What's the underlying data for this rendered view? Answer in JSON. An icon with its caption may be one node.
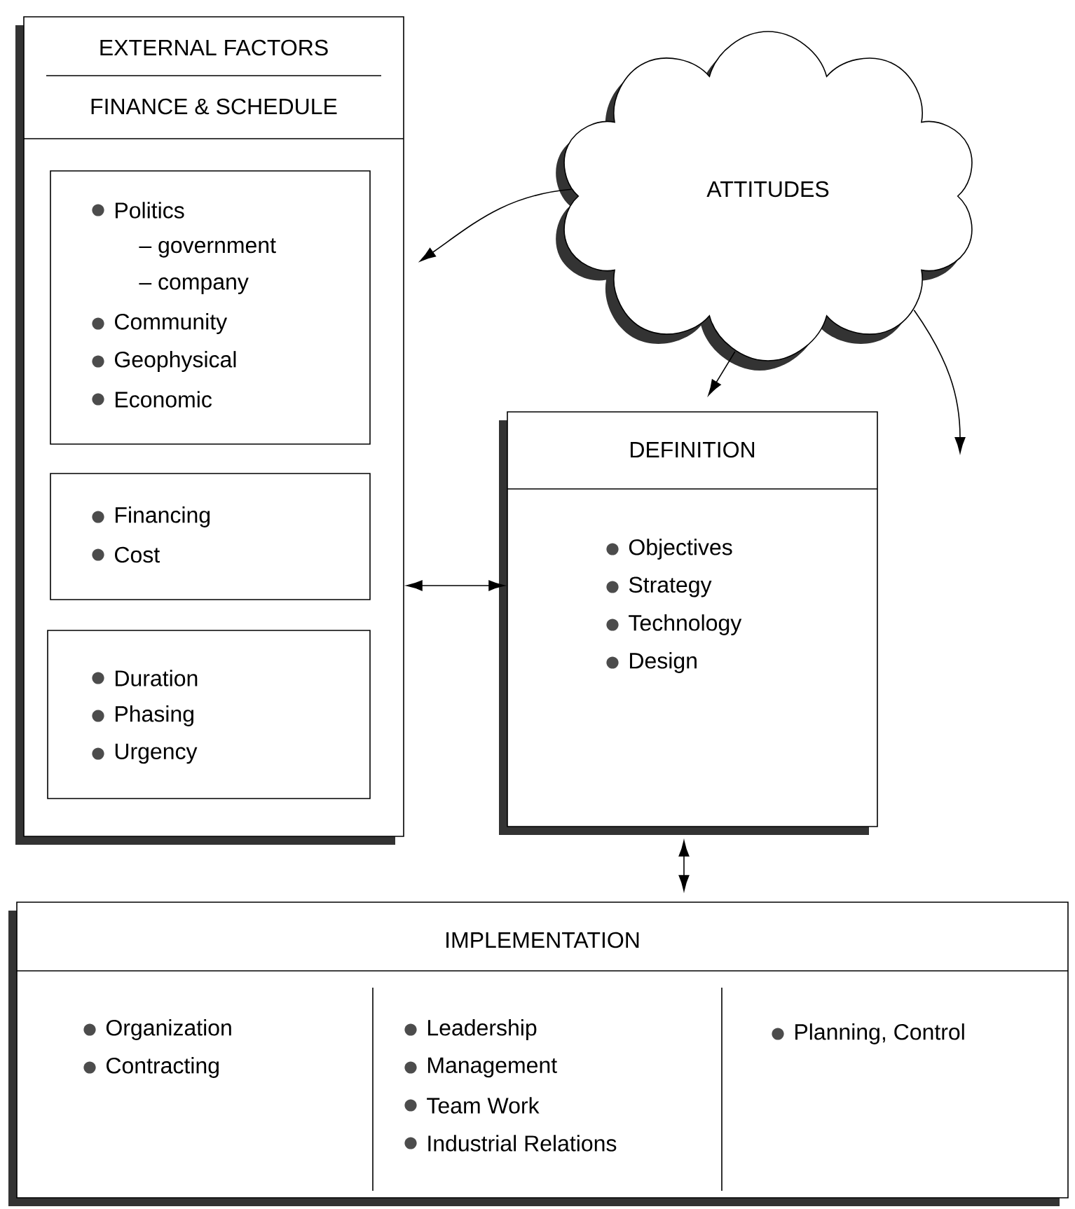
{
  "diagram": {
    "nodes": [
      {
        "text": [
          "EXTERNAL FACTORS",
          "FINANCE & SCHEDULE"
        ]
      },
      {
        "text": [
          "Politics",
          "– government",
          "– company",
          "Community",
          "Geophysical",
          "Economic"
        ],
        "in": 0
      },
      {
        "text": [
          "Financing",
          "Cost"
        ],
        "in": 0
      },
      {
        "text": [
          "Duration",
          "Phasing",
          "Urgency"
        ],
        "in": 0
      },
      {
        "text": [
          "ATTITUDES"
        ]
      },
      {
        "text": [
          "DEFINITION",
          "Objectives",
          "Strategy",
          "Technology",
          "Design"
        ]
      },
      {
        "text": [
          "IMPLEMENTATION"
        ]
      },
      {
        "text": [
          "Organization",
          "Contracting"
        ],
        "in": 6
      },
      {
        "text": [
          "Leadership",
          "Management",
          "Team Work",
          "Industrial Relations"
        ],
        "in": 6
      },
      {
        "text": [
          "Planning, Control"
        ],
        "in": 6
      }
    ],
    "edges": [
      {
        "from": 4,
        "to": 0,
        "arrow": "to"
      },
      {
        "from": 4,
        "to": 5,
        "arrow": "to"
      },
      {
        "from": 4,
        "to": null,
        "arrow": "to"
      },
      {
        "from": 0,
        "to": 5,
        "arrow": "both"
      },
      {
        "from": 5,
        "to": 6,
        "arrow": "both"
      }
    ]
  }
}
